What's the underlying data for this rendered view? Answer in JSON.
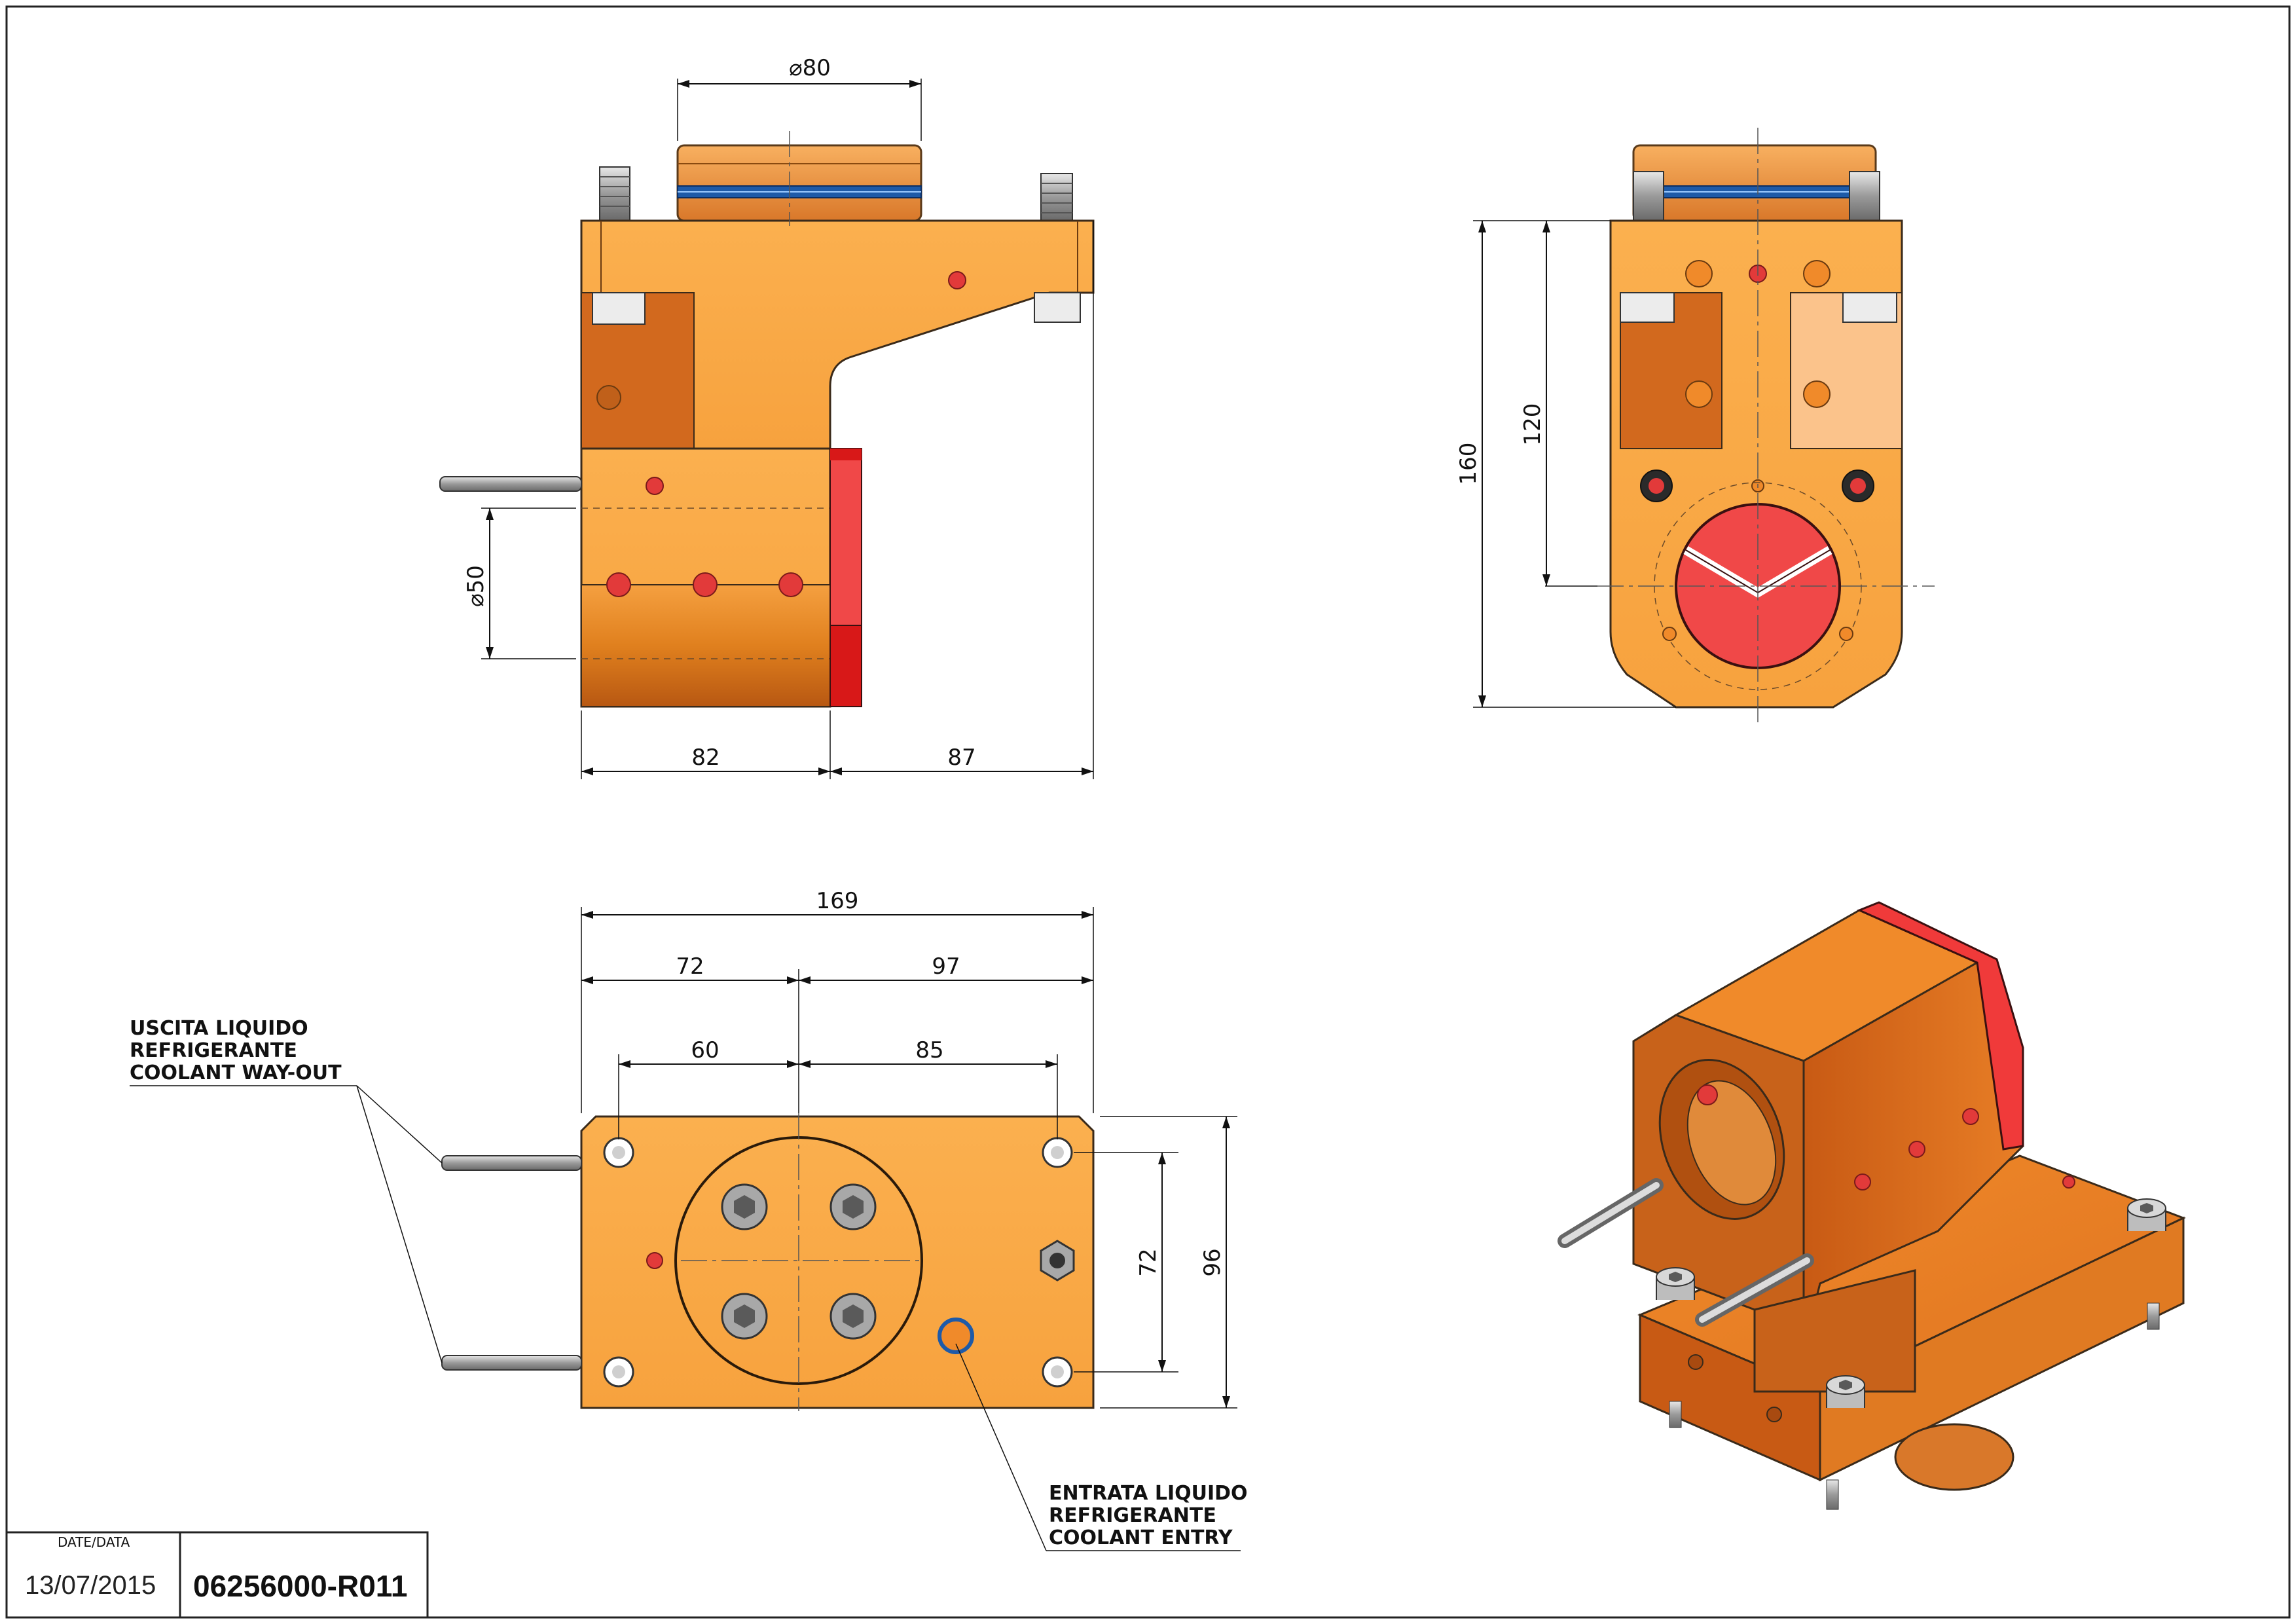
{
  "colors": {
    "body_light": "#FBB04F",
    "body_mid": "#E58A2A",
    "body_dark": "#C8621A",
    "block_dark": "#D2691E",
    "block_pale": "#FBC38B",
    "red_face": "#F04848",
    "red_dark": "#D81818",
    "blue_ring": "#1E5AA8",
    "steel": "#B8B8B8"
  },
  "dimensions": {
    "d80": "⌀80",
    "d50": "⌀50",
    "w82": "82",
    "w87": "87",
    "h160": "160",
    "h120": "120",
    "w169": "169",
    "w72": "72",
    "w97": "97",
    "w60": "60",
    "w85": "85",
    "h72": "72",
    "h96": "96"
  },
  "notes": {
    "outlet": [
      "USCITA LIQUIDO",
      "REFRIGERANTE",
      "COOLANT WAY-OUT"
    ],
    "entry": [
      "ENTRATA LIQUIDO",
      "REFRIGERANTE",
      "COOLANT ENTRY"
    ]
  },
  "title_block": {
    "date_label": "DATE/DATA",
    "date": "13/07/2015",
    "drawing_number": "06256000-R011"
  },
  "icons": [
    "hex-socket-screw-icon",
    "coolant-pipe-icon",
    "threaded-stud-icon"
  ]
}
